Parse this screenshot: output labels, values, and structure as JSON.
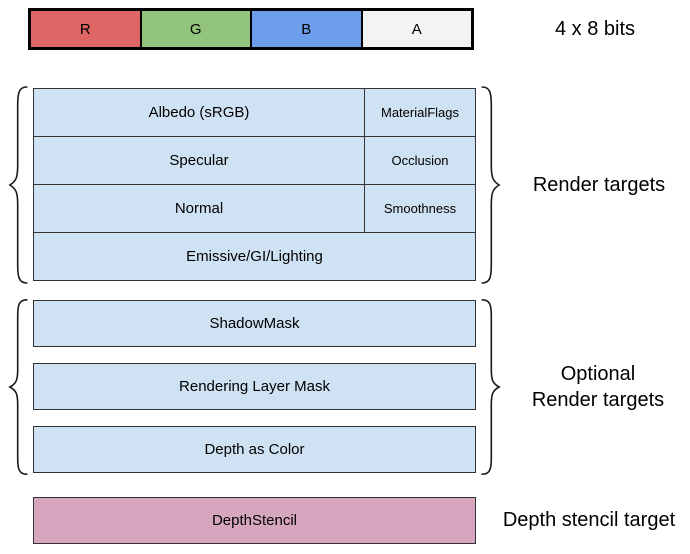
{
  "top_bar": {
    "cells": [
      {
        "label": "R",
        "color": "#e06666"
      },
      {
        "label": "G",
        "color": "#93c47d"
      },
      {
        "label": "B",
        "color": "#6d9eeb"
      },
      {
        "label": "A",
        "color": "#f3f3f3"
      }
    ],
    "caption": "4 x 8 bits"
  },
  "render_targets": {
    "caption": "Render targets",
    "box_color": "#cfe2f3",
    "rows": [
      {
        "main": "Albedo (sRGB)",
        "alpha": "MaterialFlags"
      },
      {
        "main": "Specular",
        "alpha": "Occlusion"
      },
      {
        "main": "Normal",
        "alpha": "Smoothness"
      },
      {
        "main": "Emissive/GI/Lighting"
      }
    ]
  },
  "optional_render_targets": {
    "caption_line1": "Optional",
    "caption_line2": "Render targets",
    "box_color": "#cfe2f3",
    "rows": [
      "ShadowMask",
      "Rendering Layer Mask",
      "Depth as Color"
    ]
  },
  "depth_stencil": {
    "box_label": "DepthStencil",
    "box_color": "#d5a6bd",
    "caption": "Depth stencil target"
  }
}
